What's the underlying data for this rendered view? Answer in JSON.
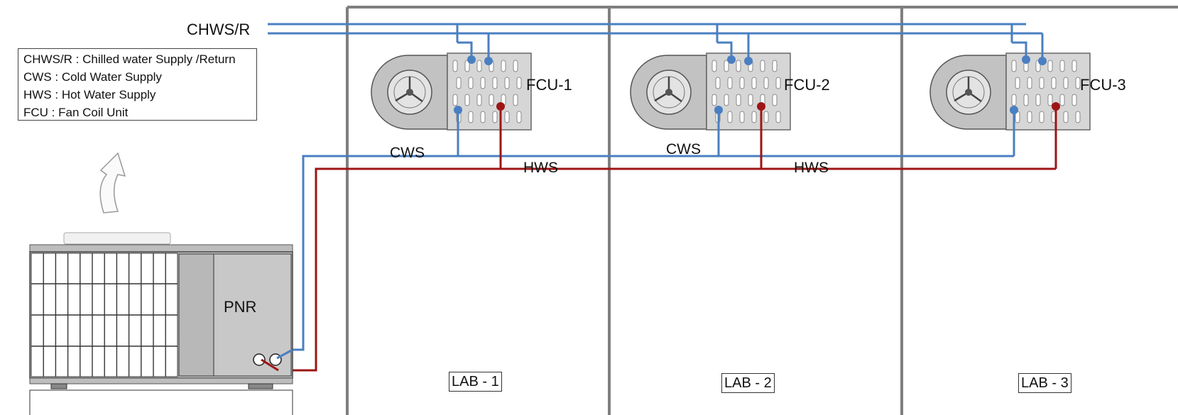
{
  "pipe_header_label": "CHWS/R",
  "legend": [
    "CHWS/R : Chilled water Supply /Return",
    "CWS : Cold Water Supply",
    "HWS : Hot Water Supply",
    "FCU : Fan Coil Unit"
  ],
  "fcu_labels": [
    "FCU-1",
    "FCU-2",
    "FCU-3"
  ],
  "cws_labels": [
    "CWS",
    "CWS"
  ],
  "hws_labels": [
    "HWS",
    "HWS"
  ],
  "pnr_label": "PNR",
  "lab_labels": [
    "LAB - 1",
    "LAB - 2",
    "LAB - 3"
  ],
  "colors": {
    "chilled_water": "#4a7fc1",
    "hot_water": "#9e1515",
    "wall": "#7f7f7f",
    "unit_body": "#c0c0c0"
  }
}
